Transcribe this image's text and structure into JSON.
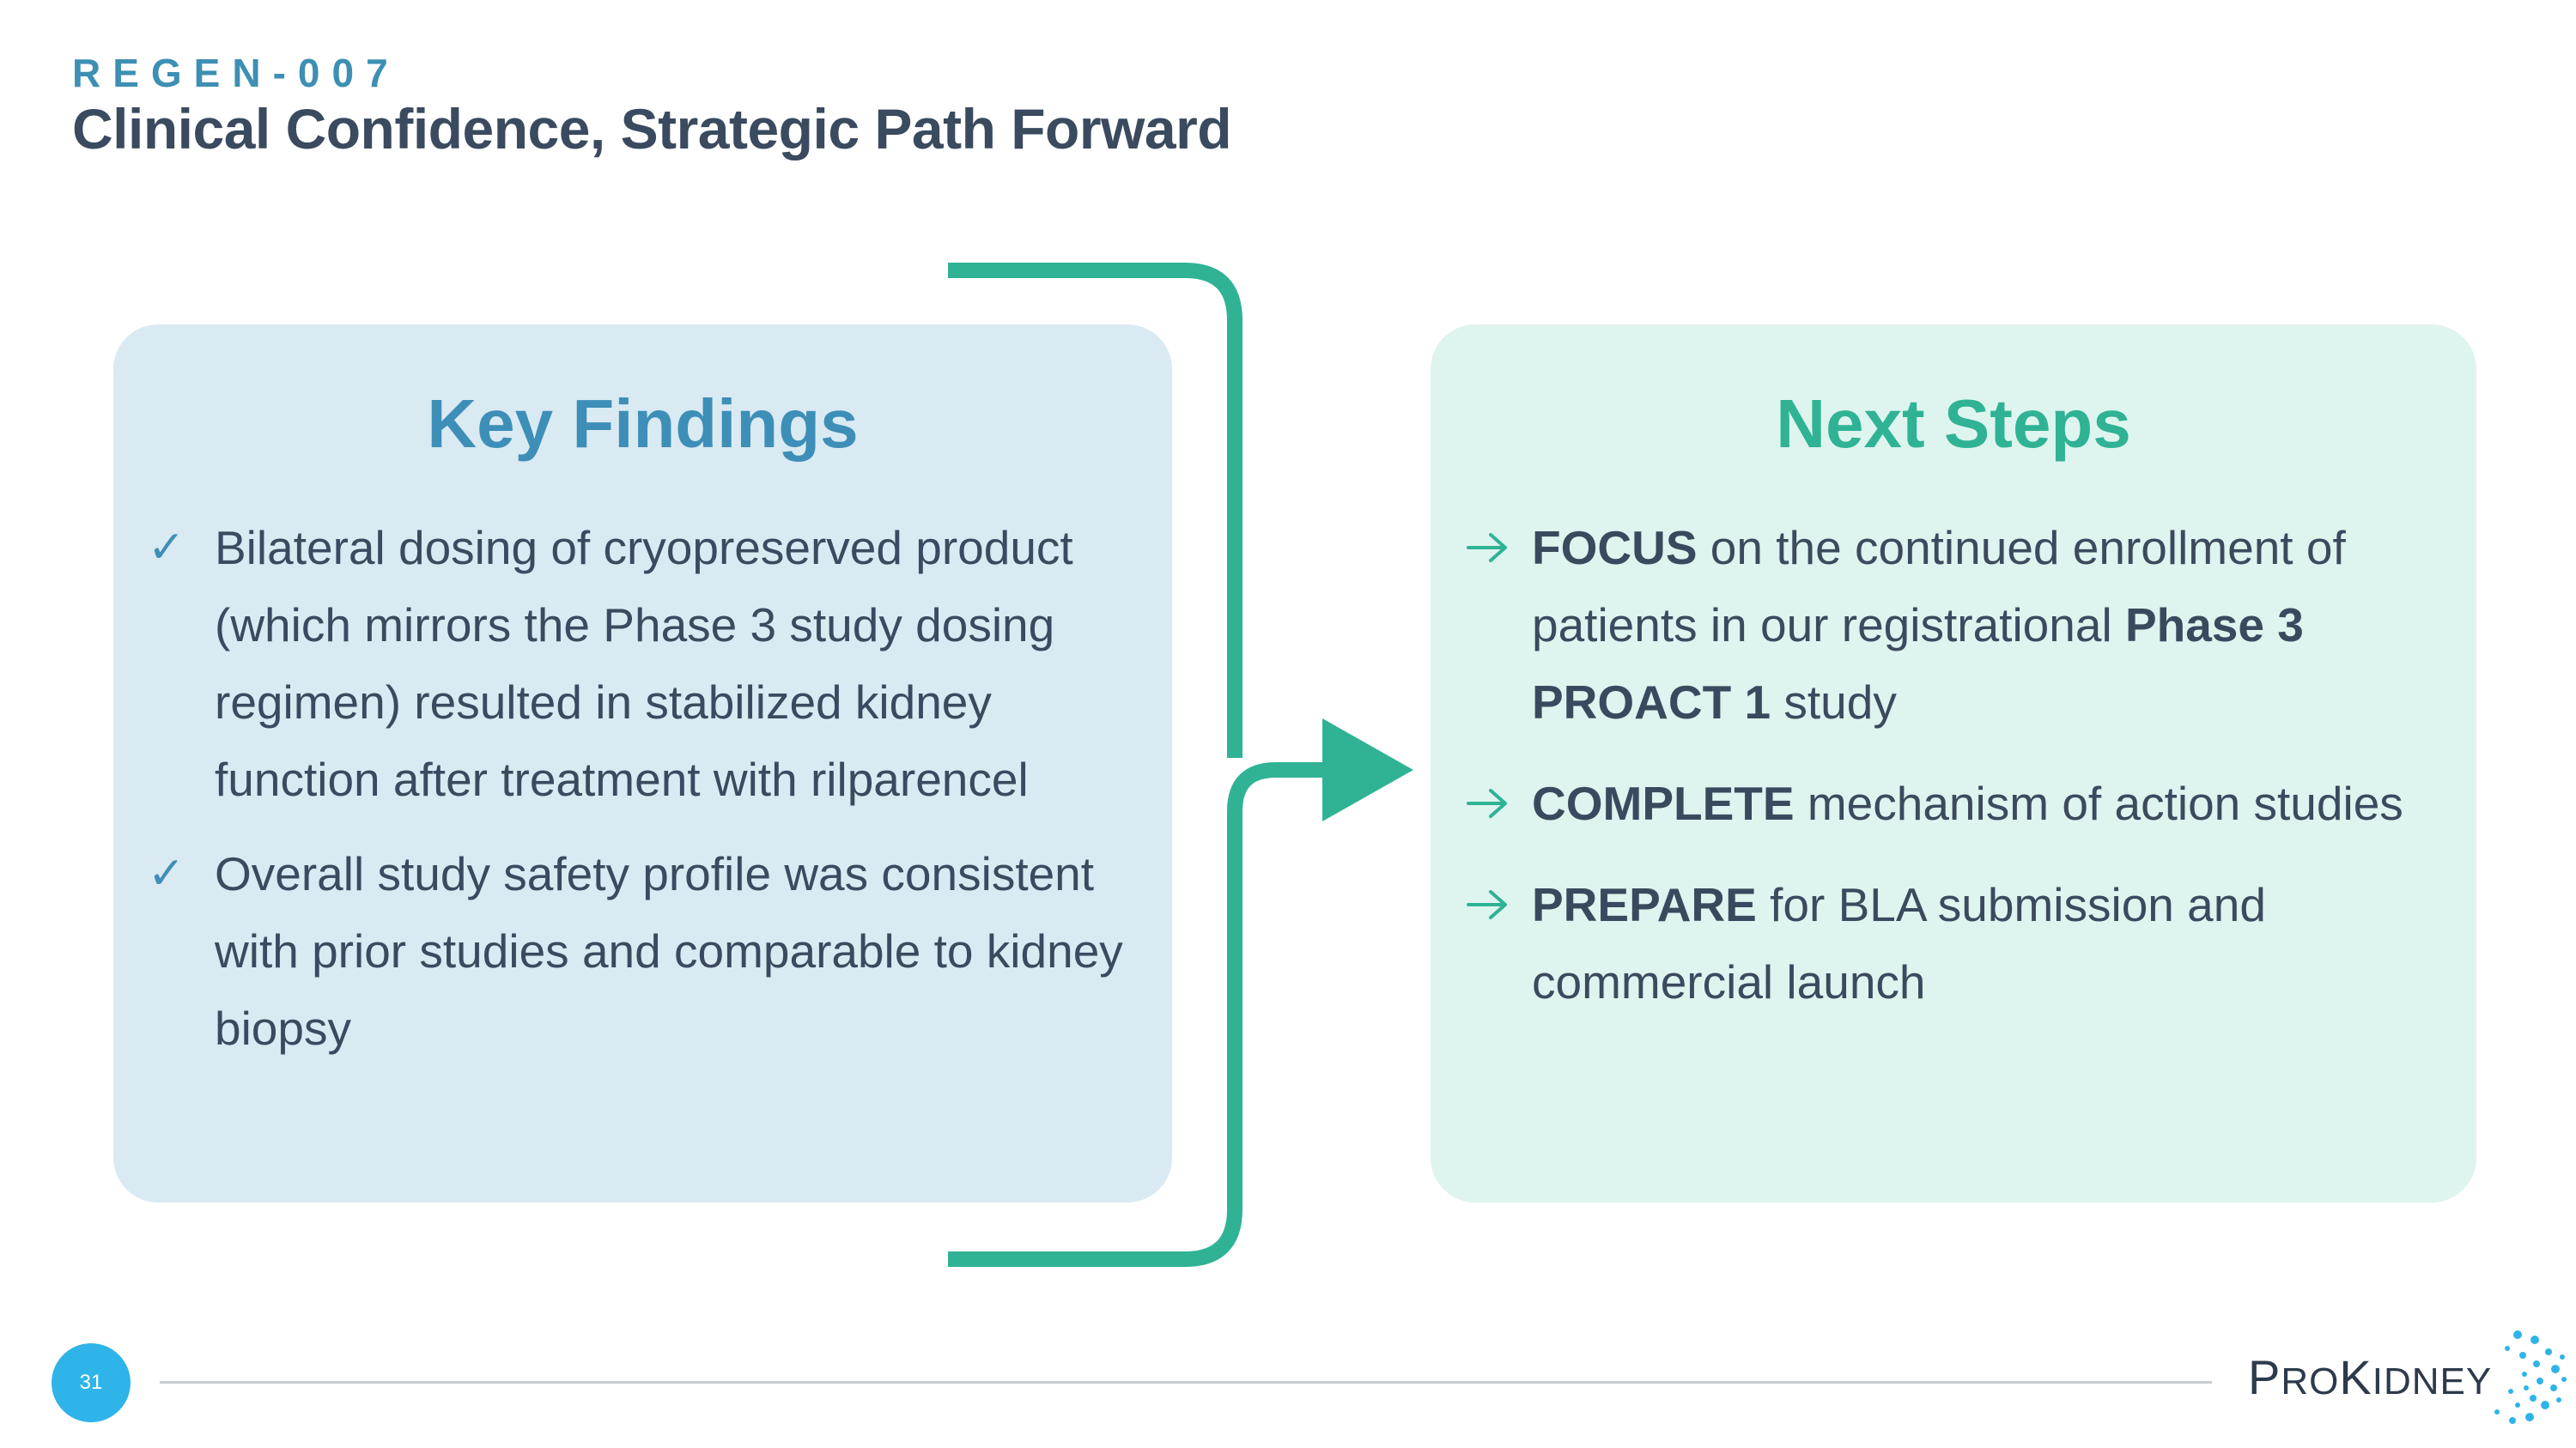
{
  "header": {
    "eyebrow": "REGEN-007",
    "title": "Clinical Confidence, Strategic Path Forward"
  },
  "key_findings": {
    "heading": "Key Findings",
    "items": [
      "Bilateral dosing of cryopreserved product (which mirrors the Phase 3 study dosing regimen) resulted in stabilized kidney function after treatment with rilparencel",
      "Overall study safety profile was consistent with prior studies and comparable to kidney biopsy"
    ]
  },
  "next_steps": {
    "heading": "Next Steps",
    "items": [
      {
        "lead": "FOCUS",
        "text1": " on the continued enrollment of patients in our registrational ",
        "bold2": "Phase 3 PROACT 1",
        "text2": " study"
      },
      {
        "lead": "COMPLETE",
        "text1": " mechanism of action studies",
        "bold2": "",
        "text2": ""
      },
      {
        "lead": "PREPARE",
        "text1": " for BLA submission and commercial launch",
        "bold2": "",
        "text2": ""
      }
    ]
  },
  "footer": {
    "page_number": "31",
    "brand_p": "P",
    "brand_ro": "RO",
    "brand_k": "K",
    "brand_idney": "IDNEY"
  },
  "colors": {
    "accent_teal": "#2fb394",
    "accent_blue": "#3d8fb8",
    "left_panel_bg": "#daeaf2",
    "right_panel_bg": "#def4ef",
    "page_badge": "#2fb4e9"
  },
  "icons": {
    "finding_marker": "checkmark-icon",
    "step_marker": "arrow-right-icon",
    "connector": "bracket-arrow-icon",
    "brand_mark": "dot-cluster-icon"
  }
}
